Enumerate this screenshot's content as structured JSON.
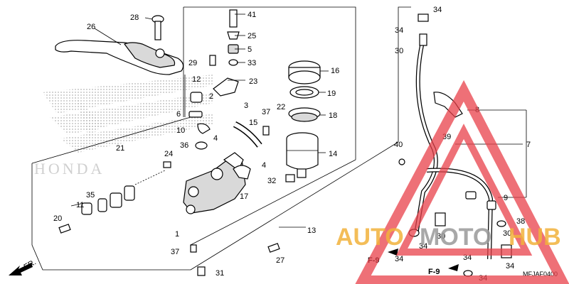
{
  "diagram": {
    "callouts": [
      {
        "id": "c26",
        "label": "26"
      },
      {
        "id": "c28",
        "label": "28"
      },
      {
        "id": "c41",
        "label": "41"
      },
      {
        "id": "c25",
        "label": "25"
      },
      {
        "id": "c5",
        "label": "5"
      },
      {
        "id": "c29",
        "label": "29"
      },
      {
        "id": "c33",
        "label": "33"
      },
      {
        "id": "c16",
        "label": "16"
      },
      {
        "id": "c12",
        "label": "12"
      },
      {
        "id": "c23",
        "label": "23"
      },
      {
        "id": "c19",
        "label": "19"
      },
      {
        "id": "c2",
        "label": "2"
      },
      {
        "id": "c3",
        "label": "3"
      },
      {
        "id": "c6",
        "label": "6"
      },
      {
        "id": "c37a",
        "label": "37"
      },
      {
        "id": "c22",
        "label": "22"
      },
      {
        "id": "c18",
        "label": "18"
      },
      {
        "id": "c10",
        "label": "10"
      },
      {
        "id": "c15",
        "label": "15"
      },
      {
        "id": "c4a",
        "label": "4"
      },
      {
        "id": "c36",
        "label": "36"
      },
      {
        "id": "c14",
        "label": "14"
      },
      {
        "id": "c21",
        "label": "21"
      },
      {
        "id": "c24",
        "label": "24"
      },
      {
        "id": "c4b",
        "label": "4"
      },
      {
        "id": "c1",
        "label": "1"
      },
      {
        "id": "c32",
        "label": "32"
      },
      {
        "id": "c17",
        "label": "17"
      },
      {
        "id": "c11",
        "label": "11"
      },
      {
        "id": "c35",
        "label": "35"
      },
      {
        "id": "c20",
        "label": "20"
      },
      {
        "id": "c13",
        "label": "13"
      },
      {
        "id": "c37b",
        "label": "37"
      },
      {
        "id": "c27",
        "label": "27"
      },
      {
        "id": "c31",
        "label": "31"
      },
      {
        "id": "c34a",
        "label": "34"
      },
      {
        "id": "c34b",
        "label": "34"
      },
      {
        "id": "c30a",
        "label": "30"
      },
      {
        "id": "c8",
        "label": "8"
      },
      {
        "id": "c39",
        "label": "39"
      },
      {
        "id": "c40",
        "label": "40"
      },
      {
        "id": "c7",
        "label": "7"
      },
      {
        "id": "c9",
        "label": "9"
      },
      {
        "id": "c38",
        "label": "38"
      },
      {
        "id": "c30b",
        "label": "30"
      },
      {
        "id": "c30c",
        "label": "30"
      },
      {
        "id": "c34c",
        "label": "34"
      },
      {
        "id": "c34d",
        "label": "34"
      },
      {
        "id": "c34e",
        "label": "34"
      },
      {
        "id": "c34f",
        "label": "34"
      },
      {
        "id": "c34g",
        "label": "34"
      }
    ],
    "refs": [
      {
        "id": "f9a",
        "label": "F-9"
      },
      {
        "id": "f9b",
        "label": "F-9"
      }
    ],
    "front_label": "FR.",
    "diagram_code": "MFJAF0400",
    "emblem_text": "HONDA"
  },
  "watermark": {
    "word1": "AUTO",
    "word2": "MOTO",
    "word3": "HUB",
    "color_orange": "#f2b23c",
    "color_gray": "#9a9a9a",
    "triangle_color": "#e8404a"
  }
}
